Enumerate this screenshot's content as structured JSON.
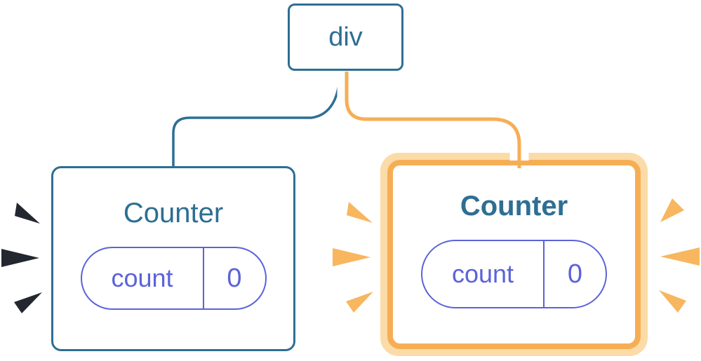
{
  "nodes": {
    "root": {
      "label": "div"
    },
    "left_counter": {
      "title": "Counter",
      "state_key": "count",
      "state_value": "0"
    },
    "right_counter": {
      "title": "Counter",
      "state_key": "count",
      "state_value": "0"
    }
  },
  "colors": {
    "node_blue": "#2E6E93",
    "pill_indigo": "#5B63D8",
    "highlight_orange": "#F6AE55",
    "highlight_orange_light": "#FBDBA7",
    "spark_orange": "#F8B65F",
    "spark_dark": "#23272F",
    "connector_casing_white": "#FFFFFF",
    "background": "#FFFFFF"
  }
}
